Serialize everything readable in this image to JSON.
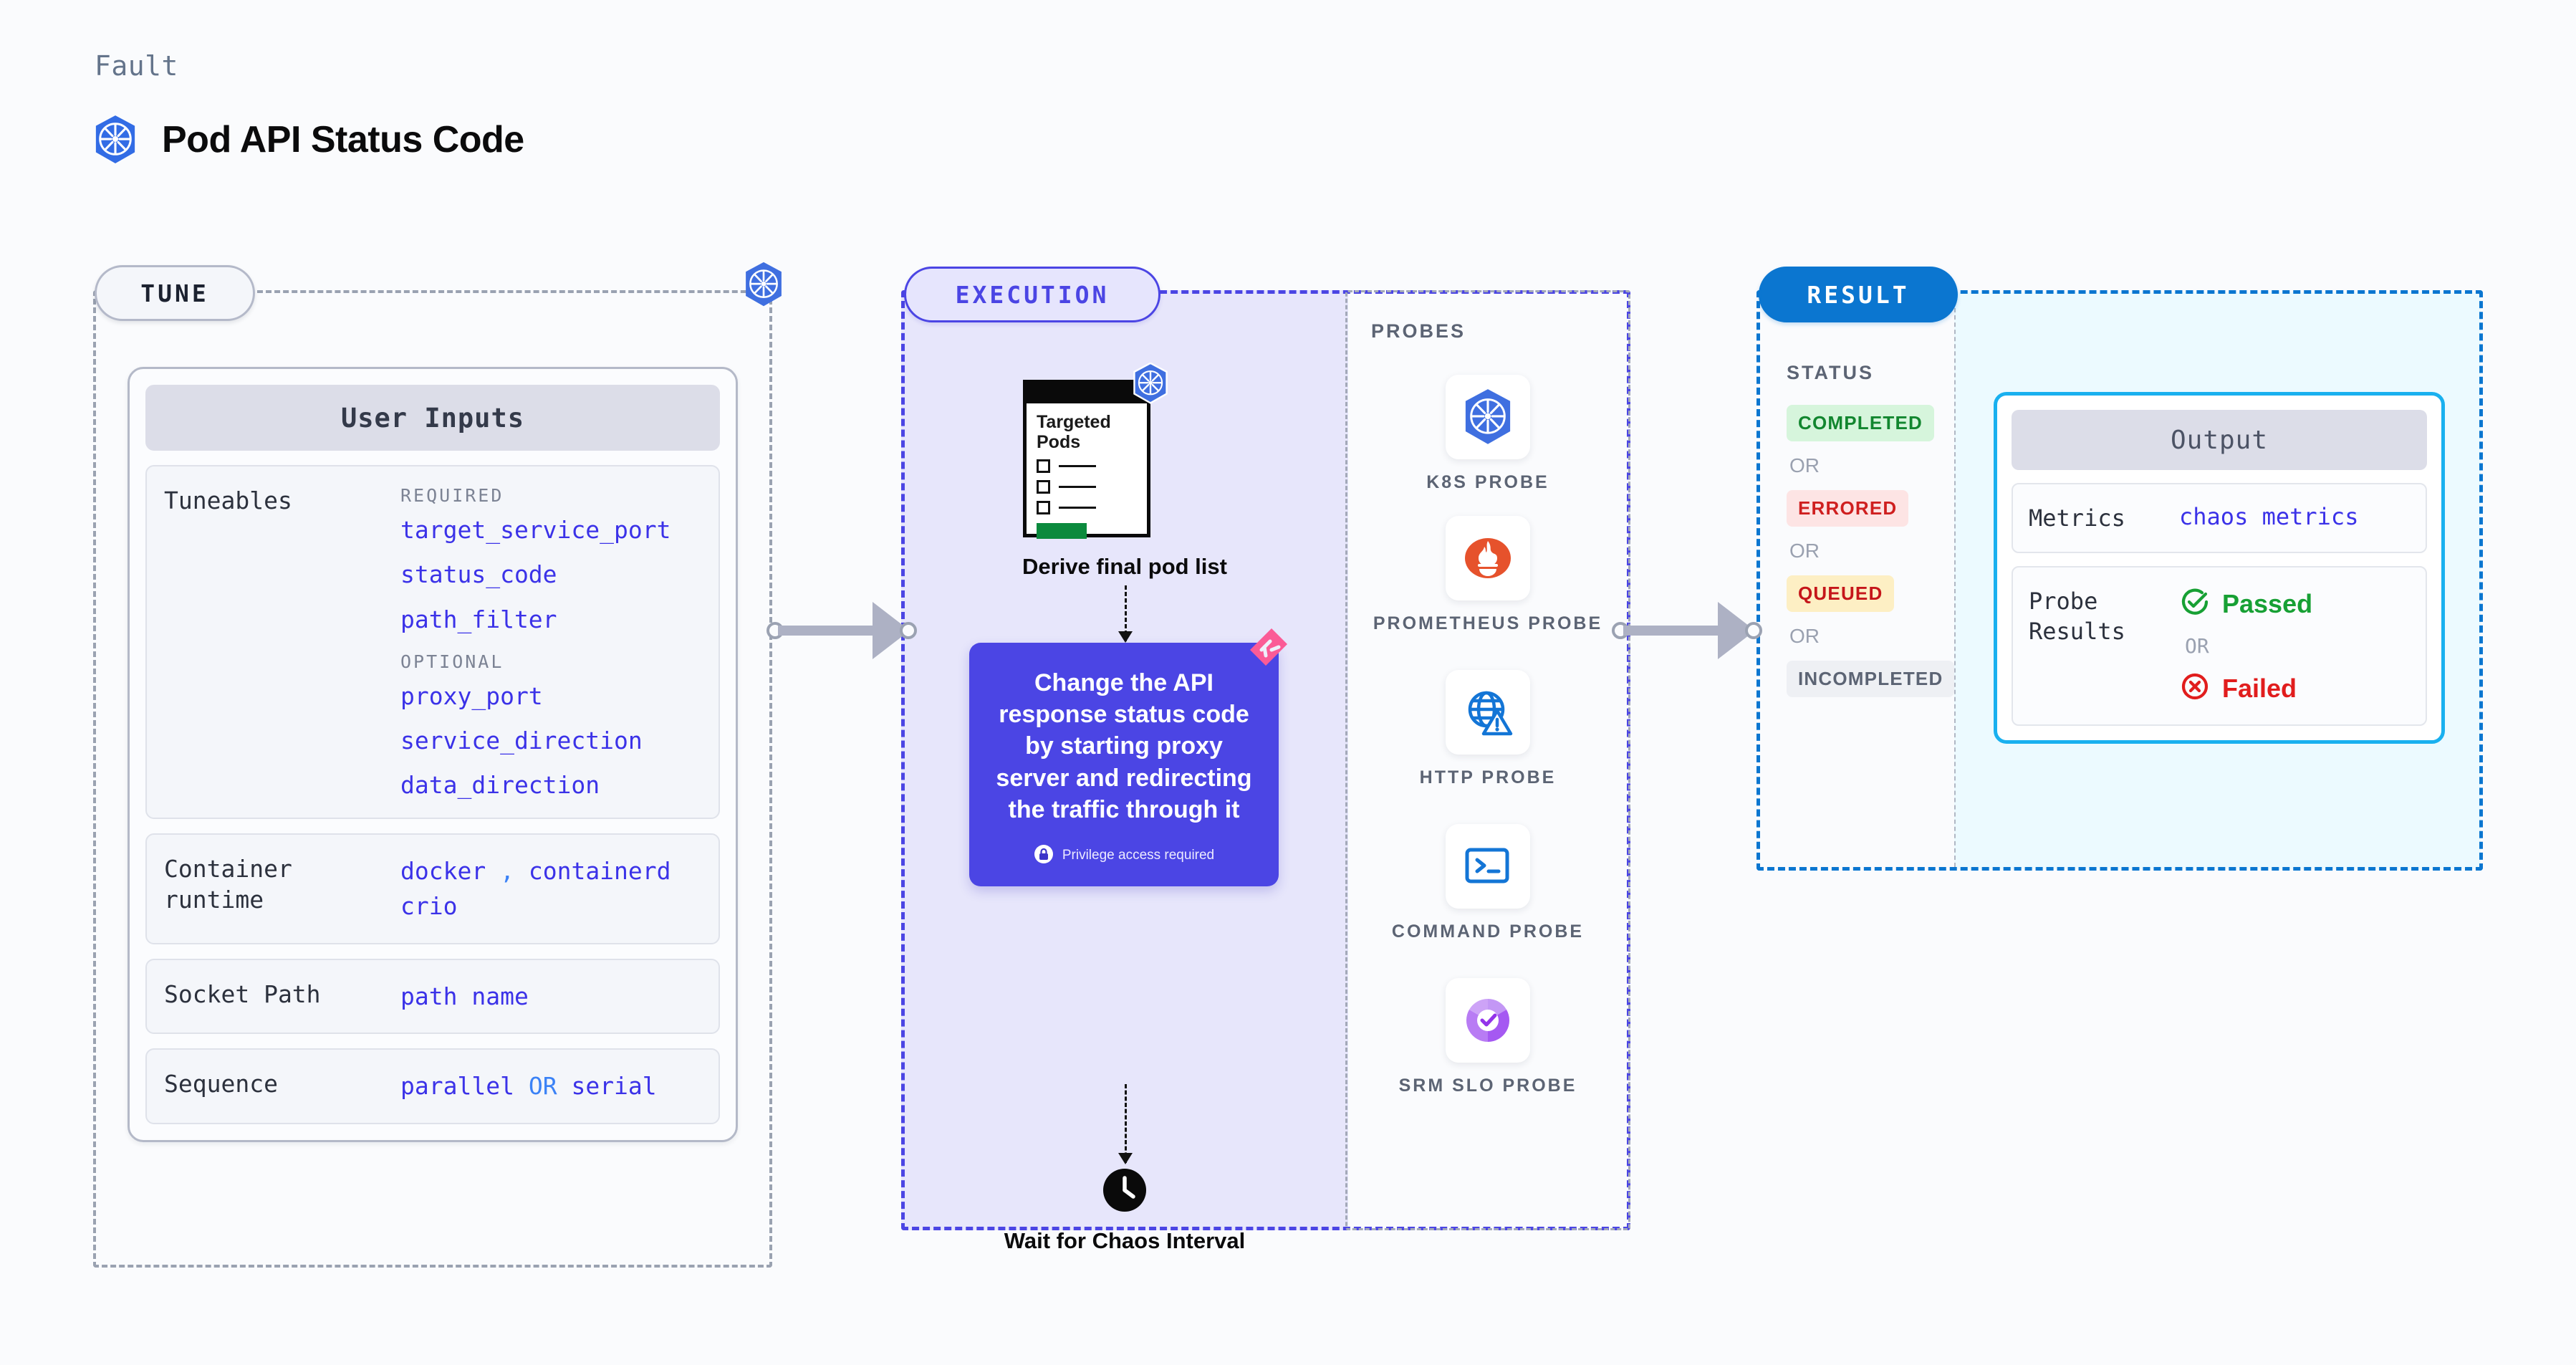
{
  "header": {
    "eyebrow": "Fault",
    "title": "Pod API Status Code",
    "logo_icon": "kubernetes-icon"
  },
  "tune": {
    "badge": "TUNE",
    "border_k8s_icon": "kubernetes-icon",
    "card": {
      "header": "User Inputs",
      "tuneables": {
        "key": "Tuneables",
        "required_label": "REQUIRED",
        "required": [
          "target_service_port",
          "status_code",
          "path_filter"
        ],
        "optional_label": "OPTIONAL",
        "optional": [
          "proxy_port",
          "service_direction",
          "data_direction"
        ]
      },
      "container_runtime": {
        "key": "Container runtime",
        "values": [
          "docker",
          "containerd",
          "crio"
        ],
        "separator": ","
      },
      "socket_path": {
        "key": "Socket Path",
        "value": "path name"
      },
      "sequence": {
        "key": "Sequence",
        "value_a": "parallel",
        "conjunction": "OR",
        "value_b": "serial"
      }
    }
  },
  "execution": {
    "badge": "EXECUTION",
    "pods_card": {
      "title": "Targeted Pods",
      "k8s_icon": "kubernetes-icon",
      "checkbox_rows": 3
    },
    "derive_label": "Derive final pod list",
    "action_card": {
      "text": "Change the API response status code by starting proxy server and redirecting the traffic through it",
      "privilege_note": "Privilege access required",
      "privilege_icon": "lock-icon",
      "ribbon_icon": "litmus-ribbon-icon",
      "color": "#4b45e4"
    },
    "wait": {
      "icon": "clock-icon",
      "label": "Wait for Chaos Interval"
    }
  },
  "probes": {
    "title": "PROBES",
    "items": [
      {
        "label": "K8S PROBE",
        "icon": "kubernetes-icon"
      },
      {
        "label": "PROMETHEUS PROBE",
        "icon": "prometheus-icon"
      },
      {
        "label": "HTTP PROBE",
        "icon": "http-globe-warning-icon"
      },
      {
        "label": "COMMAND PROBE",
        "icon": "terminal-icon"
      },
      {
        "label": "SRM SLO PROBE",
        "icon": "srm-slo-donut-icon"
      }
    ]
  },
  "result": {
    "badge": "RESULT",
    "status": {
      "title": "STATUS",
      "or_label": "OR",
      "badges": [
        {
          "label": "COMPLETED",
          "bg": "#d6f5dc",
          "fg": "#12862f"
        },
        {
          "label": "ERRORED",
          "bg": "#fde4e4",
          "fg": "#cf1f1f"
        },
        {
          "label": "QUEUED",
          "bg": "#fdefc4",
          "fg": "#c5161a"
        },
        {
          "label": "INCOMPLETED",
          "bg": "#eef0f4",
          "fg": "#5c6474"
        }
      ]
    },
    "output": {
      "header": "Output",
      "metrics": {
        "key": "Metrics",
        "value": "chaos metrics"
      },
      "probe_results": {
        "key": "Probe Results",
        "passed": "Passed",
        "passed_icon": "check-circle-icon",
        "or_label": "OR",
        "failed": "Failed",
        "failed_icon": "x-circle-icon"
      }
    }
  }
}
